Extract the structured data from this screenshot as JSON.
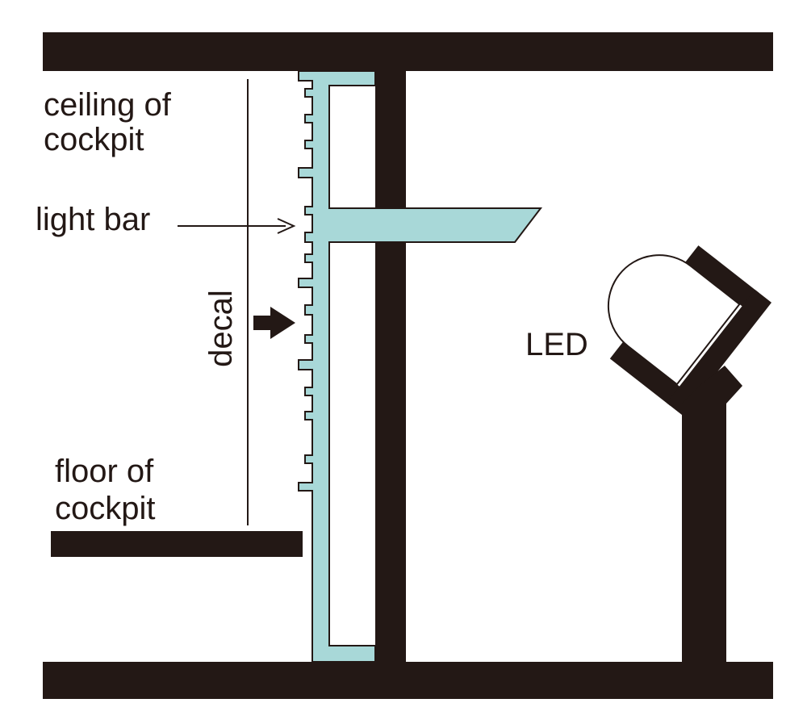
{
  "labels": {
    "ceiling_line1": "ceiling of",
    "ceiling_line2": "cockpit",
    "light_bar": "light bar",
    "decal": "decal",
    "floor_line1": "floor of",
    "floor_line2": "cockpit",
    "led": "LED"
  },
  "colors": {
    "structure": "#231815",
    "light_bar": "#a8d8d8",
    "background": "#ffffff"
  }
}
